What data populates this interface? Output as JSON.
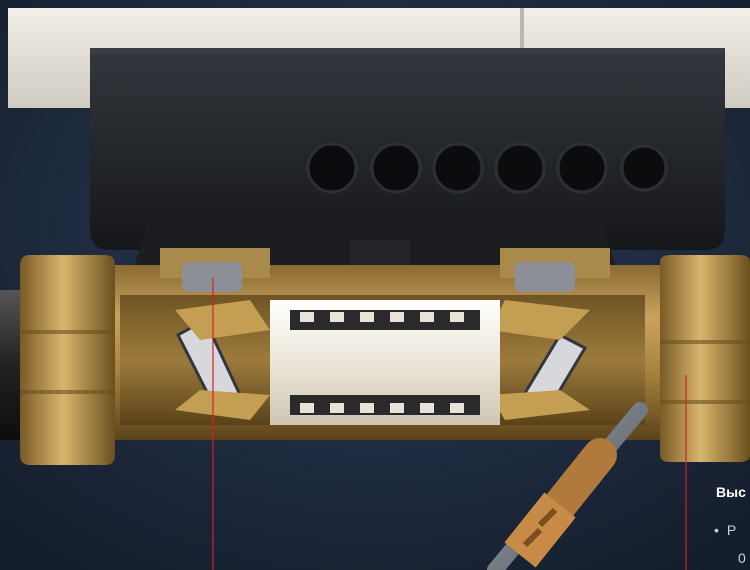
{
  "image": {
    "subject": "ultrasonic-water-meter-cutaway",
    "colors": {
      "background": "#1c2a3f",
      "brass": "#b8924e",
      "brass_dark": "#6f5424",
      "housing_top": "#e6e3dc",
      "housing_body": "#23252a",
      "insert_white": "#f1ede2",
      "callout_line": "#d0202a"
    }
  },
  "caption": {
    "heading": "Выс",
    "bullet_text": "Р",
    "bullet_text_2": "0"
  }
}
